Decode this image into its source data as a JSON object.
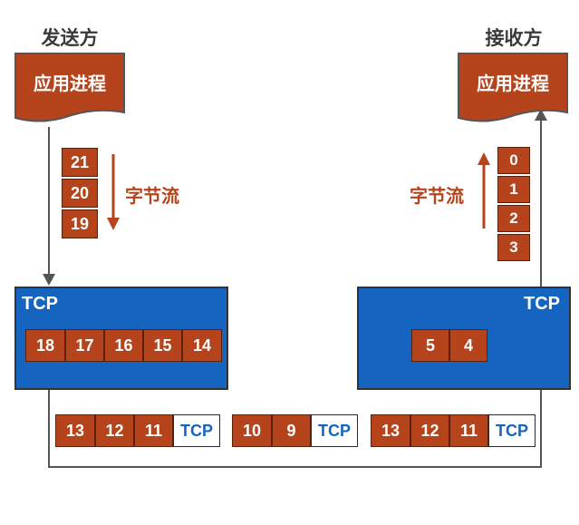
{
  "sender": {
    "title": "发送方",
    "process_label": "应用进程",
    "stream_label": "字节流",
    "stream_bytes": [
      "21",
      "20",
      "19"
    ],
    "tcp_label": "TCP",
    "buffer_bytes": [
      "18",
      "17",
      "16",
      "15",
      "14"
    ]
  },
  "receiver": {
    "title": "接收方",
    "process_label": "应用进程",
    "stream_label": "字节流",
    "stream_bytes": [
      "0",
      "1",
      "2",
      "3"
    ],
    "tcp_label": "TCP",
    "buffer_bytes": [
      "5",
      "4"
    ]
  },
  "segments": [
    {
      "bytes": [
        "13",
        "12",
        "11"
      ],
      "header": "TCP"
    },
    {
      "bytes": [
        "10",
        "9"
      ],
      "header": "TCP"
    },
    {
      "bytes": [
        "13",
        "12",
        "11"
      ],
      "header": "TCP"
    }
  ],
  "colors": {
    "byte_fill": "#b5441c",
    "tcp_blue": "#1565c0",
    "line": "#555555"
  }
}
